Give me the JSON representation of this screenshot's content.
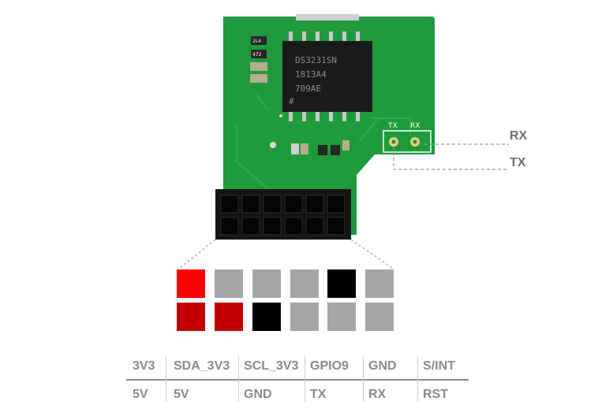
{
  "board": {
    "chip_marking": [
      "DS3231SN",
      "1813A4",
      "709AE",
      "#"
    ],
    "smd_labels": [
      "2L4",
      "472"
    ],
    "header_silk": {
      "tx": "TX",
      "rx": "RX"
    }
  },
  "callouts": {
    "rx": "RX",
    "tx": "TX"
  },
  "pin_colors": {
    "red": "#ff0000",
    "dark_red": "#c00000",
    "black": "#000000",
    "gray": "#a6a6a6"
  },
  "pins": {
    "top_row": [
      "red",
      "gray",
      "gray",
      "gray",
      "black",
      "gray"
    ],
    "bottom_row": [
      "dark_red",
      "dark_red",
      "black",
      "gray",
      "gray",
      "gray"
    ]
  },
  "pin_table": {
    "top": [
      "3V3",
      "SDA_3V3",
      "SCL_3V3",
      "GPIO9",
      "GND",
      "S/INT"
    ],
    "bottom": [
      "5V",
      "5V",
      "GND",
      "TX",
      "RX",
      "RST"
    ]
  }
}
